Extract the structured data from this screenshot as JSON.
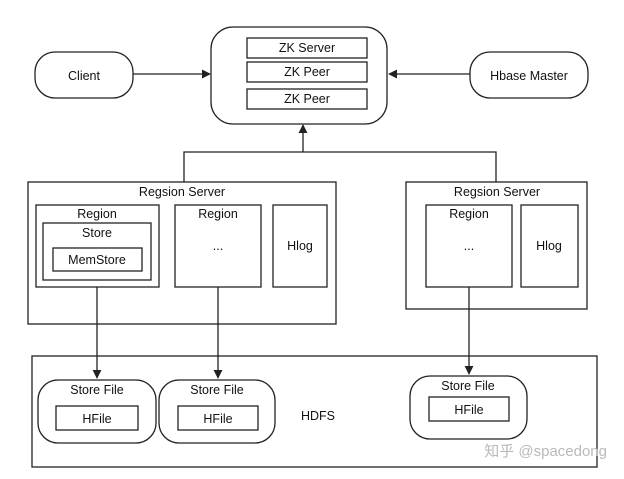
{
  "zk": {
    "items": [
      "ZK Server",
      "ZK Peer",
      "ZK Peer"
    ]
  },
  "client": {
    "label": "Client"
  },
  "hmaster": {
    "label": "Hbase Master"
  },
  "rs_left": {
    "title": "Regsion Server",
    "region1": {
      "label": "Region",
      "store": "Store",
      "memstore": "MemStore"
    },
    "region2": {
      "label": "Region",
      "ellipsis": "..."
    },
    "hlog": "Hlog"
  },
  "rs_right": {
    "title": "Regsion Server",
    "region": {
      "label": "Region",
      "ellipsis": "..."
    },
    "hlog": "Hlog"
  },
  "hdfs": {
    "label": "HDFS",
    "storefiles": [
      {
        "label": "Store File",
        "hfile": "HFile"
      },
      {
        "label": "Store File",
        "hfile": "HFile"
      },
      {
        "label": "Store File",
        "hfile": "HFile"
      }
    ]
  },
  "watermark": "知乎 @spacedong"
}
